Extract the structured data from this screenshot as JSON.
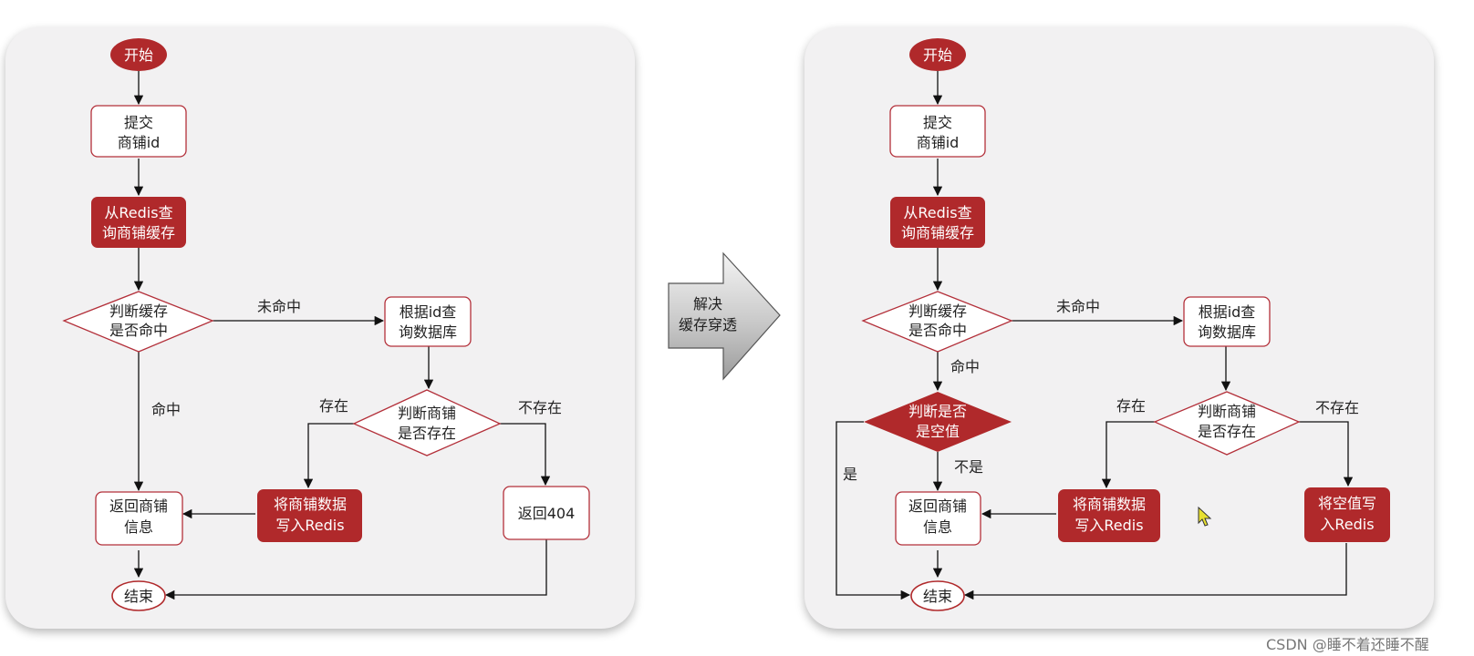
{
  "colors": {
    "accent": "#b0292b",
    "border": "#b3303a",
    "panel": "#f2f1f2",
    "text": "#222222"
  },
  "left": {
    "start": "开始",
    "submit": [
      "提交",
      "商铺id"
    ],
    "query_redis": [
      "从Redis查",
      "询商铺缓存"
    ],
    "judge_cache": [
      "判断缓存",
      "是否命中"
    ],
    "miss_label": "未命中",
    "hit_label": "命中",
    "query_db": [
      "根据id查",
      "询数据库"
    ],
    "judge_exist": [
      "判断商铺",
      "是否存在"
    ],
    "exist_label": "存在",
    "not_exist_label": "不存在",
    "write_redis": [
      "将商铺数据",
      "写入Redis"
    ],
    "return_info": [
      "返回商铺",
      "信息"
    ],
    "return_404": "返回404",
    "end": "结束"
  },
  "arrow": {
    "label": [
      "解决",
      "缓存穿透"
    ]
  },
  "right": {
    "start": "开始",
    "submit": [
      "提交",
      "商铺id"
    ],
    "query_redis": [
      "从Redis查",
      "询商铺缓存"
    ],
    "judge_cache": [
      "判断缓存",
      "是否命中"
    ],
    "miss_label": "未命中",
    "hit_label": "命中",
    "judge_null": [
      "判断是否",
      "是空值"
    ],
    "yes_label": "是",
    "no_label": "不是",
    "query_db": [
      "根据id查",
      "询数据库"
    ],
    "judge_exist": [
      "判断商铺",
      "是否存在"
    ],
    "exist_label": "存在",
    "not_exist_label": "不存在",
    "write_redis": [
      "将商铺数据",
      "写入Redis"
    ],
    "write_null": [
      "将空值写",
      "入Redis"
    ],
    "return_info": [
      "返回商铺",
      "信息"
    ],
    "end": "结束"
  },
  "watermark": "CSDN @睡不着还睡不醒"
}
